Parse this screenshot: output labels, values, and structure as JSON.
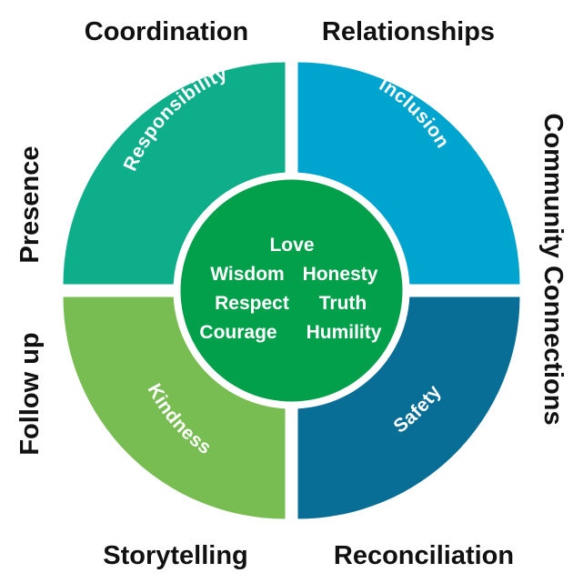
{
  "diagram": {
    "outer_labels": {
      "top_left": "Coordination",
      "top_right": "Relationships",
      "bottom_left": "Storytelling",
      "bottom_right": "Reconciliation",
      "left_upper": "Presence",
      "left_lower": "Follow up",
      "right": "Community Connections"
    },
    "quadrants": [
      {
        "label": "Responsibility",
        "color": "#0eae8a"
      },
      {
        "label": "Inclusion",
        "color": "#00a5cf"
      },
      {
        "label": "Safety",
        "color": "#086e95"
      },
      {
        "label": "Kindness",
        "color": "#78bd52"
      }
    ],
    "core": {
      "color": "#03a04c",
      "values": [
        "Love",
        "Wisdom",
        "Honesty",
        "Respect",
        "Truth",
        "Courage",
        "Humility"
      ]
    }
  }
}
